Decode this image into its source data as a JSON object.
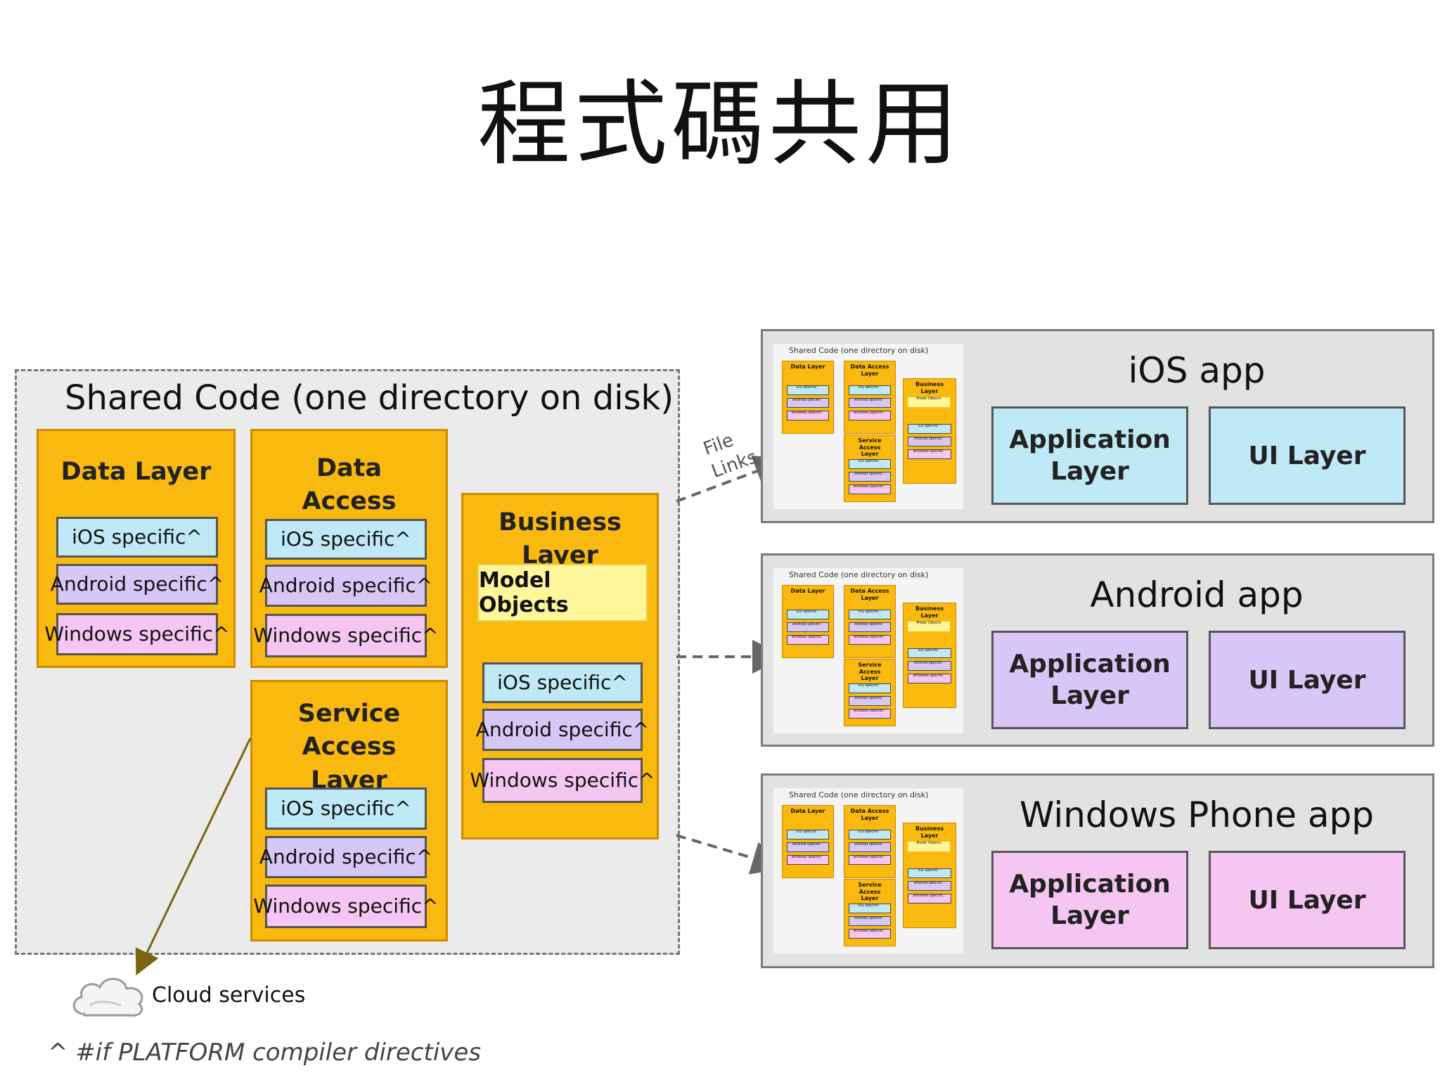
{
  "page_title": "程式碼共用",
  "shared": {
    "title": "Shared Code (one directory on disk)",
    "data_layer": "Data Layer",
    "data_access_layer": "Data Access Layer",
    "business_layer": "Business Layer",
    "model_objects": "Model Objects",
    "service_access_layer": "Service Access Layer",
    "ios_specific": "iOS specific^",
    "android_specific": "Android specific^",
    "windows_specific": "Windows specific^"
  },
  "mini": {
    "title": "Shared Code (one directory on disk)",
    "data_layer": "Data Layer",
    "data_access_layer": "Data Access Layer",
    "business_layer": "Business Layer",
    "service_access_layer": "Service Access Layer",
    "model_objects": "Model Objects",
    "ios_specific": "iOS specific^",
    "android_specific": "Android specific^",
    "windows_specific": "Windows specific^"
  },
  "file_links": "File Links",
  "apps": [
    {
      "name": "iOS app",
      "app_layer": "Application Layer",
      "ui_layer": "UI Layer",
      "color": "#bfe9f7"
    },
    {
      "name": "Android app",
      "app_layer": "Application Layer",
      "ui_layer": "UI Layer",
      "color": "#d7c7f7"
    },
    {
      "name": "Windows Phone app",
      "app_layer": "Application Layer",
      "ui_layer": "UI Layer",
      "color": "#f4c6f1"
    }
  ],
  "cloud_label": "Cloud services",
  "footnote": "^ #if PLATFORM compiler directives",
  "colors": {
    "layer_fill": "#f9b90f",
    "ios_fill": "#bfe9f7",
    "android_fill": "#d7c7f7",
    "windows_fill": "#f4c6f1",
    "model_fill": "#fff69a"
  }
}
